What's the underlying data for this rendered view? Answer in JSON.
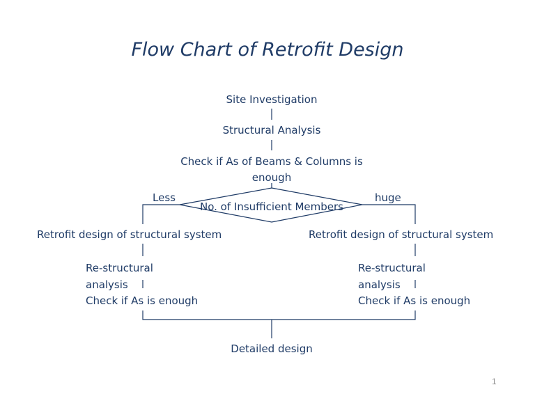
{
  "title": "Flow Chart of Retrofit Design",
  "nodes": {
    "site_investigation": "Site Investigation",
    "structural_analysis": "Structural Analysis",
    "check_as_line1": "Check if As of Beams & Columns is",
    "check_as_line2": "enough",
    "decision": "No. of Insufficient Members",
    "retrofit_left": "Retrofit design of structural system",
    "retrofit_right": "Retrofit design of structural system",
    "restructural_left_line1": "Re-structural",
    "restructural_left_line2": "analysis",
    "restructural_left_line3": "Check if As is enough",
    "restructural_right_line1": "Re-structural",
    "restructural_right_line2": "analysis",
    "restructural_right_line3": "Check if As is enough",
    "detailed_design": "Detailed design"
  },
  "branches": {
    "left": "Less",
    "right": "huge"
  },
  "page_number": "1",
  "colors": {
    "text": "#1f3b66",
    "line": "#1f3b66",
    "page_number": "#8c8c8c"
  }
}
